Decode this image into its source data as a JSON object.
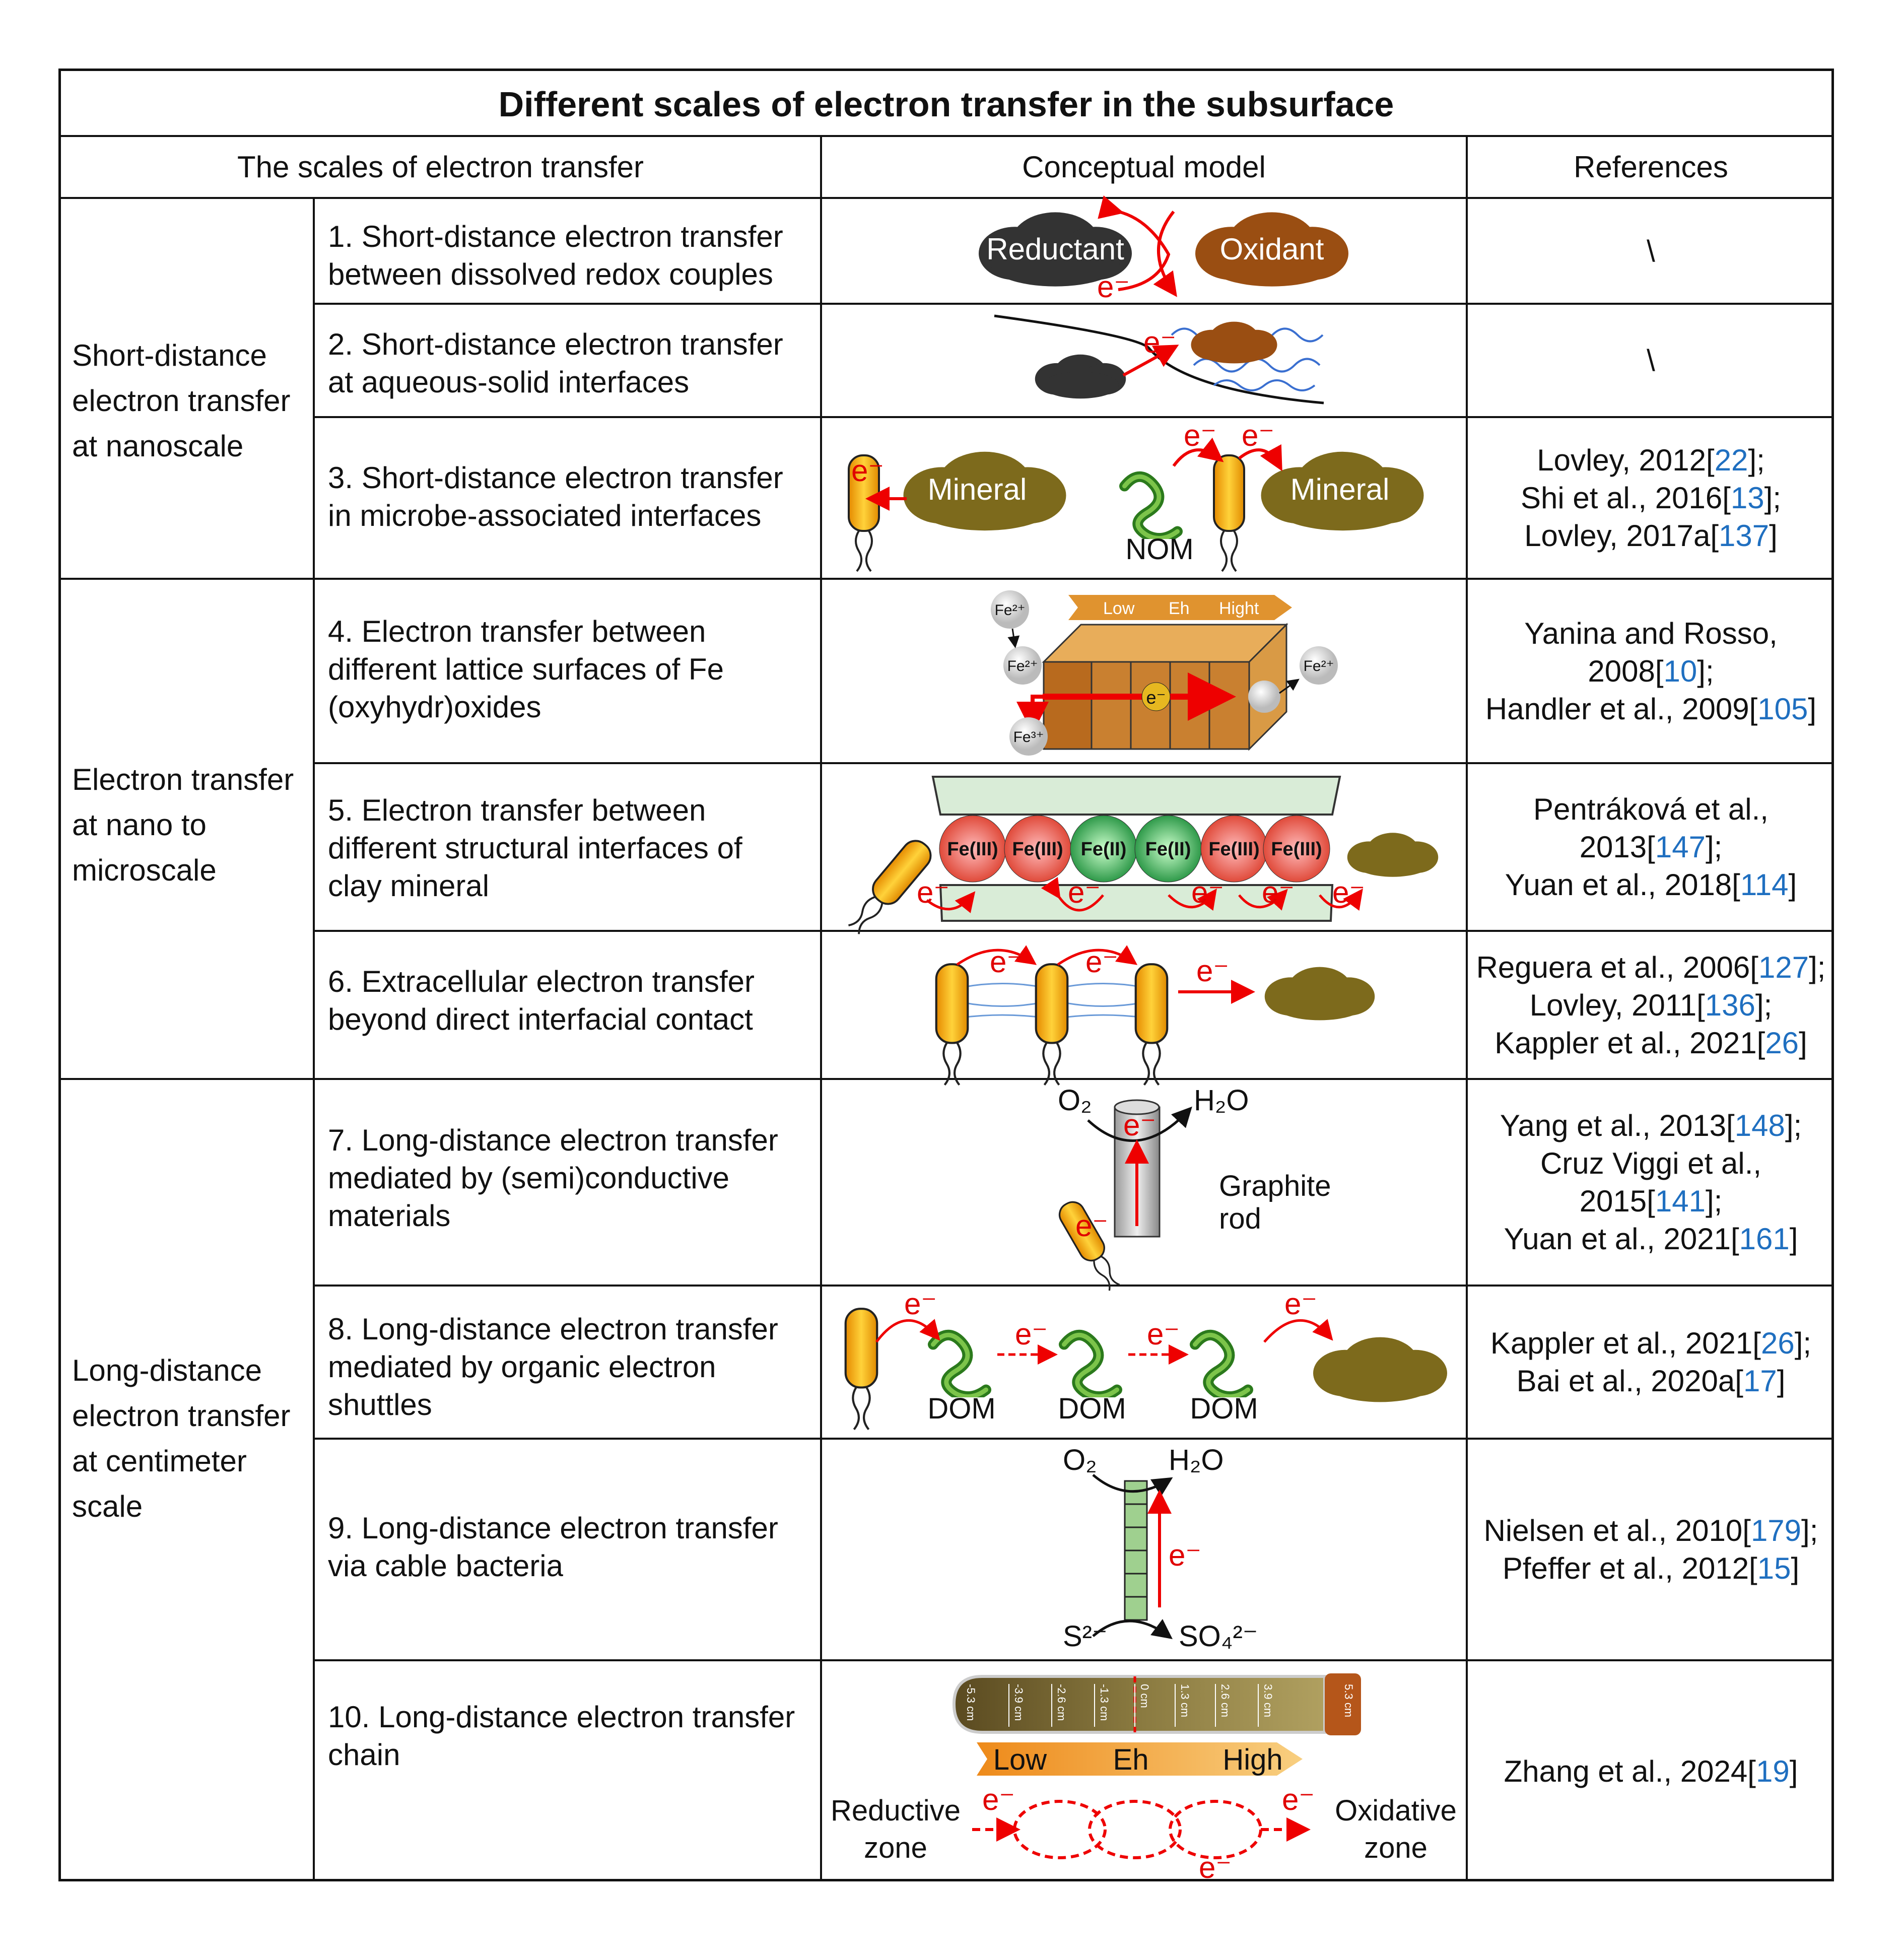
{
  "title": "Different scales of electron transfer in the subsurface",
  "headers": {
    "scales": "The scales of electron transfer",
    "model": "Conceptual model",
    "refs": "References"
  },
  "groups": [
    "Short-distance electron transfer at nanoscale",
    "Electron transfer at nano to microscale",
    "Long-distance electron transfer at centimeter scale"
  ],
  "rows": [
    {
      "desc": "1. Short-distance electron transfer between dissolved redox couples",
      "refs": [
        {
          "pre": "\\",
          "num": "",
          "post": ""
        }
      ]
    },
    {
      "desc": "2. Short-distance electron transfer at aqueous-solid interfaces",
      "refs": [
        {
          "pre": "\\",
          "num": "",
          "post": ""
        }
      ]
    },
    {
      "desc": "3. Short-distance electron transfer in microbe-associated interfaces",
      "refs": [
        {
          "pre": "Lovley, 2012[",
          "num": "22",
          "post": "];"
        },
        {
          "pre": "Shi et al., 2016[",
          "num": "13",
          "post": "];"
        },
        {
          "pre": "Lovley, 2017a[",
          "num": "137",
          "post": "]"
        }
      ]
    },
    {
      "desc": "4. Electron transfer between different lattice surfaces of Fe (oxyhydr)oxides",
      "refs": [
        {
          "pre": "Yanina and Rosso,",
          "num": "",
          "post": ""
        },
        {
          "pre": "2008[",
          "num": "10",
          "post": "];"
        },
        {
          "pre": "Handler et al., 2009[",
          "num": "105",
          "post": "]"
        }
      ]
    },
    {
      "desc": "5. Electron transfer between different structural interfaces of clay mineral",
      "refs": [
        {
          "pre": "Pentráková et al.,",
          "num": "",
          "post": ""
        },
        {
          "pre": "2013[",
          "num": "147",
          "post": "];"
        },
        {
          "pre": "Yuan et al., 2018[",
          "num": "114",
          "post": "]"
        }
      ]
    },
    {
      "desc": "6. Extracellular electron transfer beyond direct interfacial contact",
      "refs": [
        {
          "pre": "Reguera et al., 2006[",
          "num": "127",
          "post": "];"
        },
        {
          "pre": "Lovley, 2011[",
          "num": "136",
          "post": "];"
        },
        {
          "pre": "Kappler et al., 2021[",
          "num": "26",
          "post": "]"
        }
      ]
    },
    {
      "desc": "7. Long-distance electron transfer mediated by (semi)conductive materials",
      "refs": [
        {
          "pre": "Yang et al., 2013[",
          "num": "148",
          "post": "];"
        },
        {
          "pre": "Cruz Viggi et al.,",
          "num": "",
          "post": ""
        },
        {
          "pre": "2015[",
          "num": "141",
          "post": "];"
        },
        {
          "pre": "Yuan et al., 2021[",
          "num": "161",
          "post": "]"
        }
      ]
    },
    {
      "desc": "8. Long-distance electron transfer mediated by organic electron shuttles",
      "refs": [
        {
          "pre": "Kappler et al., 2021[",
          "num": "26",
          "post": "];"
        },
        {
          "pre": "Bai et al., 2020a[",
          "num": "17",
          "post": "]"
        }
      ]
    },
    {
      "desc": "9. Long-distance electron transfer via cable bacteria",
      "refs": [
        {
          "pre": "Nielsen et al., 2010[",
          "num": "179",
          "post": "];"
        },
        {
          "pre": "Pfeffer et al., 2012[",
          "num": "15",
          "post": "]"
        }
      ]
    },
    {
      "desc": "10. Long-distance electron transfer chain",
      "refs": [
        {
          "pre": "Zhang et al., 2024[",
          "num": "19",
          "post": "]"
        }
      ]
    }
  ],
  "labels": {
    "electron": "e⁻",
    "reductant": "Reductant",
    "oxidant": "Oxidant",
    "mineral": "Mineral",
    "nom": "NOM",
    "low": "Low",
    "eh": "Eh",
    "hight": "Hight",
    "high": "High",
    "fe2": "Fe²⁺",
    "fe3": "Fe³⁺",
    "fe_iii": "Fe(III)",
    "fe_ii": "Fe(II)",
    "o2": "O₂",
    "h2o": "H₂O",
    "graphite": "Graphite",
    "rod": "rod",
    "dom": "DOM",
    "s2": "S²⁻",
    "so4": "SO₄²⁻",
    "reductive": "Reductive",
    "oxidative": "Oxidative",
    "zone": "zone",
    "ruler_ticks": [
      "-5.3 cm",
      "-3.9 cm",
      "-2.6 cm",
      "-1.3 cm",
      "0 cm",
      "1.3 cm",
      "2.6 cm",
      "3.9 cm",
      "5.3 cm"
    ]
  },
  "colors": {
    "reference_number": "#1f6fc0",
    "electron": "#e00000",
    "fe_iii_ball": "#e8564a",
    "fe_ii_ball": "#3aa655",
    "bacterium": "#f5b21a"
  }
}
